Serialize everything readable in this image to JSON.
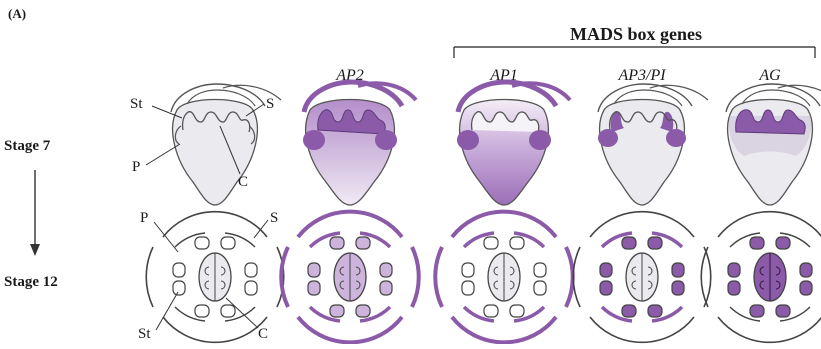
{
  "panel_label": "(A)",
  "header": {
    "group_title": "MADS box genes"
  },
  "stages": {
    "top": "Stage 7",
    "bottom": "Stage 12"
  },
  "genes": [
    "AP2",
    "AP1",
    "AP3/PI",
    "AG"
  ],
  "organ_labels": {
    "sepal": "S",
    "petal": "P",
    "stamen": "St",
    "carpel": "C"
  },
  "colors": {
    "purple": "#8b5aa8",
    "light_purple": "#cdb4dc",
    "pale_fill": "#ebebef",
    "outline": "#4a4a4a"
  }
}
